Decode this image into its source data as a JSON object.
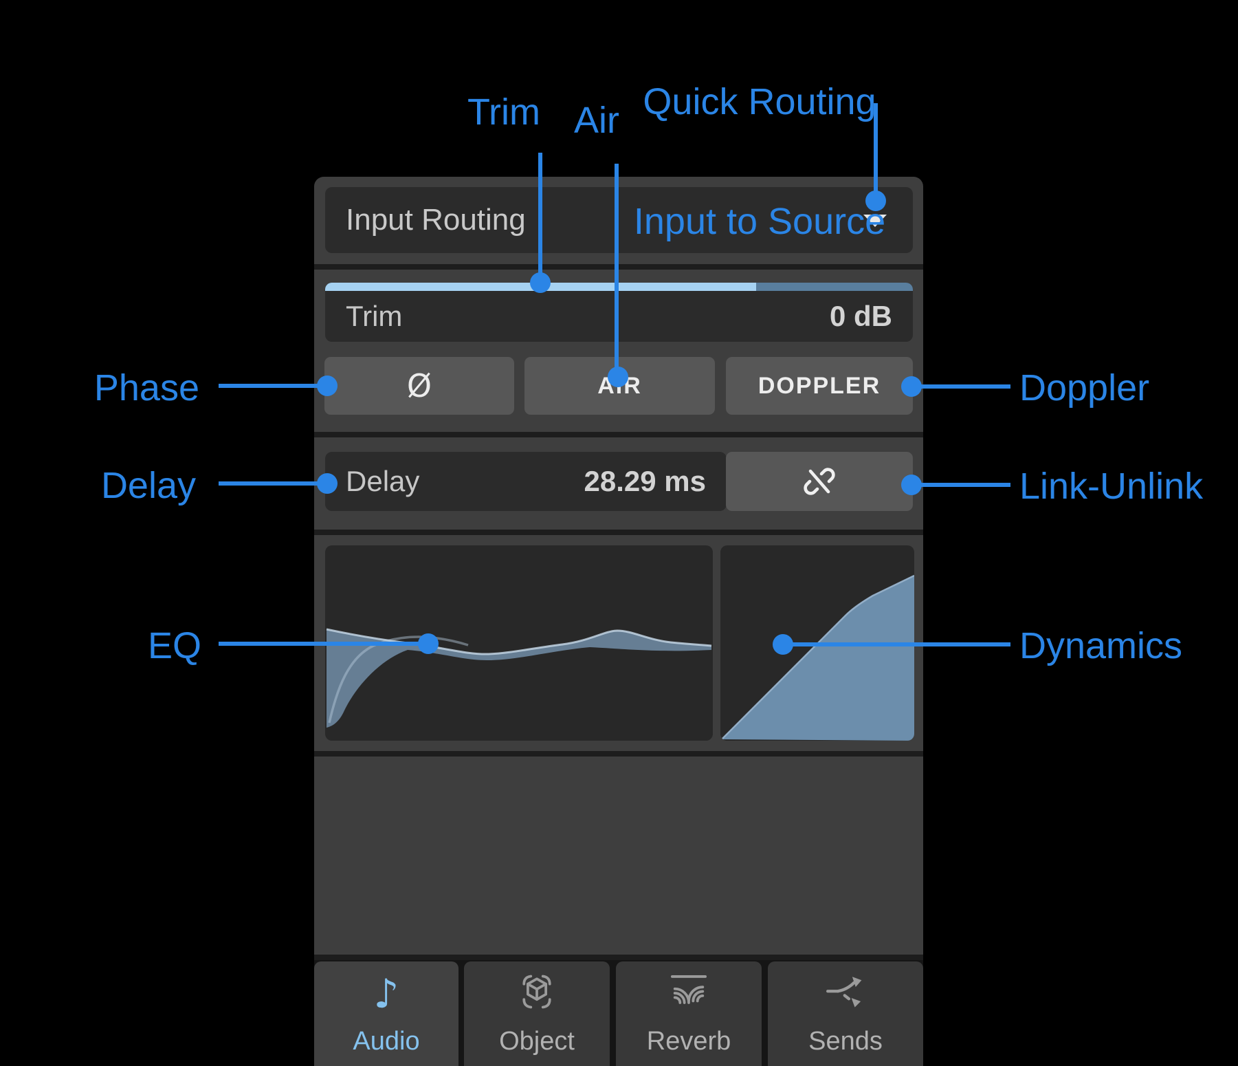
{
  "colors": {
    "annotation_accent": "#2b85e6",
    "trim_fill": "#a6d2f2",
    "trim_track": "#597e9e",
    "graph_fill": "#7496b5",
    "active_tab_text": "#85c2ee",
    "panel_bg": "#3e3e3e",
    "field_bg": "#2b2b2b",
    "button_bg": "#575757"
  },
  "annotations": {
    "quick_routing": {
      "line1": "Quick Routing",
      "line2": "Input to Source"
    },
    "trim": "Trim",
    "air": "Air",
    "phase": "Phase",
    "doppler": "Doppler",
    "delay": "Delay",
    "link_unlink": "Link-Unlink",
    "eq": "EQ",
    "dynamics": "Dynamics"
  },
  "panel": {
    "header": {
      "title": "Input Routing"
    },
    "trim": {
      "label": "Trim",
      "value": "0 dB",
      "fill_pct": 73
    },
    "effect_buttons": [
      {
        "label": "Ø"
      },
      {
        "label": "AIR"
      },
      {
        "label": "DOPPLER"
      }
    ],
    "delay": {
      "label": "Delay",
      "value": "28.29 ms"
    },
    "thumbnails": [
      {
        "name": "eq-curve"
      },
      {
        "name": "dynamics-curve"
      }
    ],
    "tabs": [
      {
        "label": "Audio",
        "icon": "music-note-icon",
        "active": true
      },
      {
        "label": "Object",
        "icon": "cube-icon",
        "active": false
      },
      {
        "label": "Reverb",
        "icon": "reverb-waves-icon",
        "active": false
      },
      {
        "label": "Sends",
        "icon": "split-arrow-icon",
        "active": false
      }
    ]
  }
}
